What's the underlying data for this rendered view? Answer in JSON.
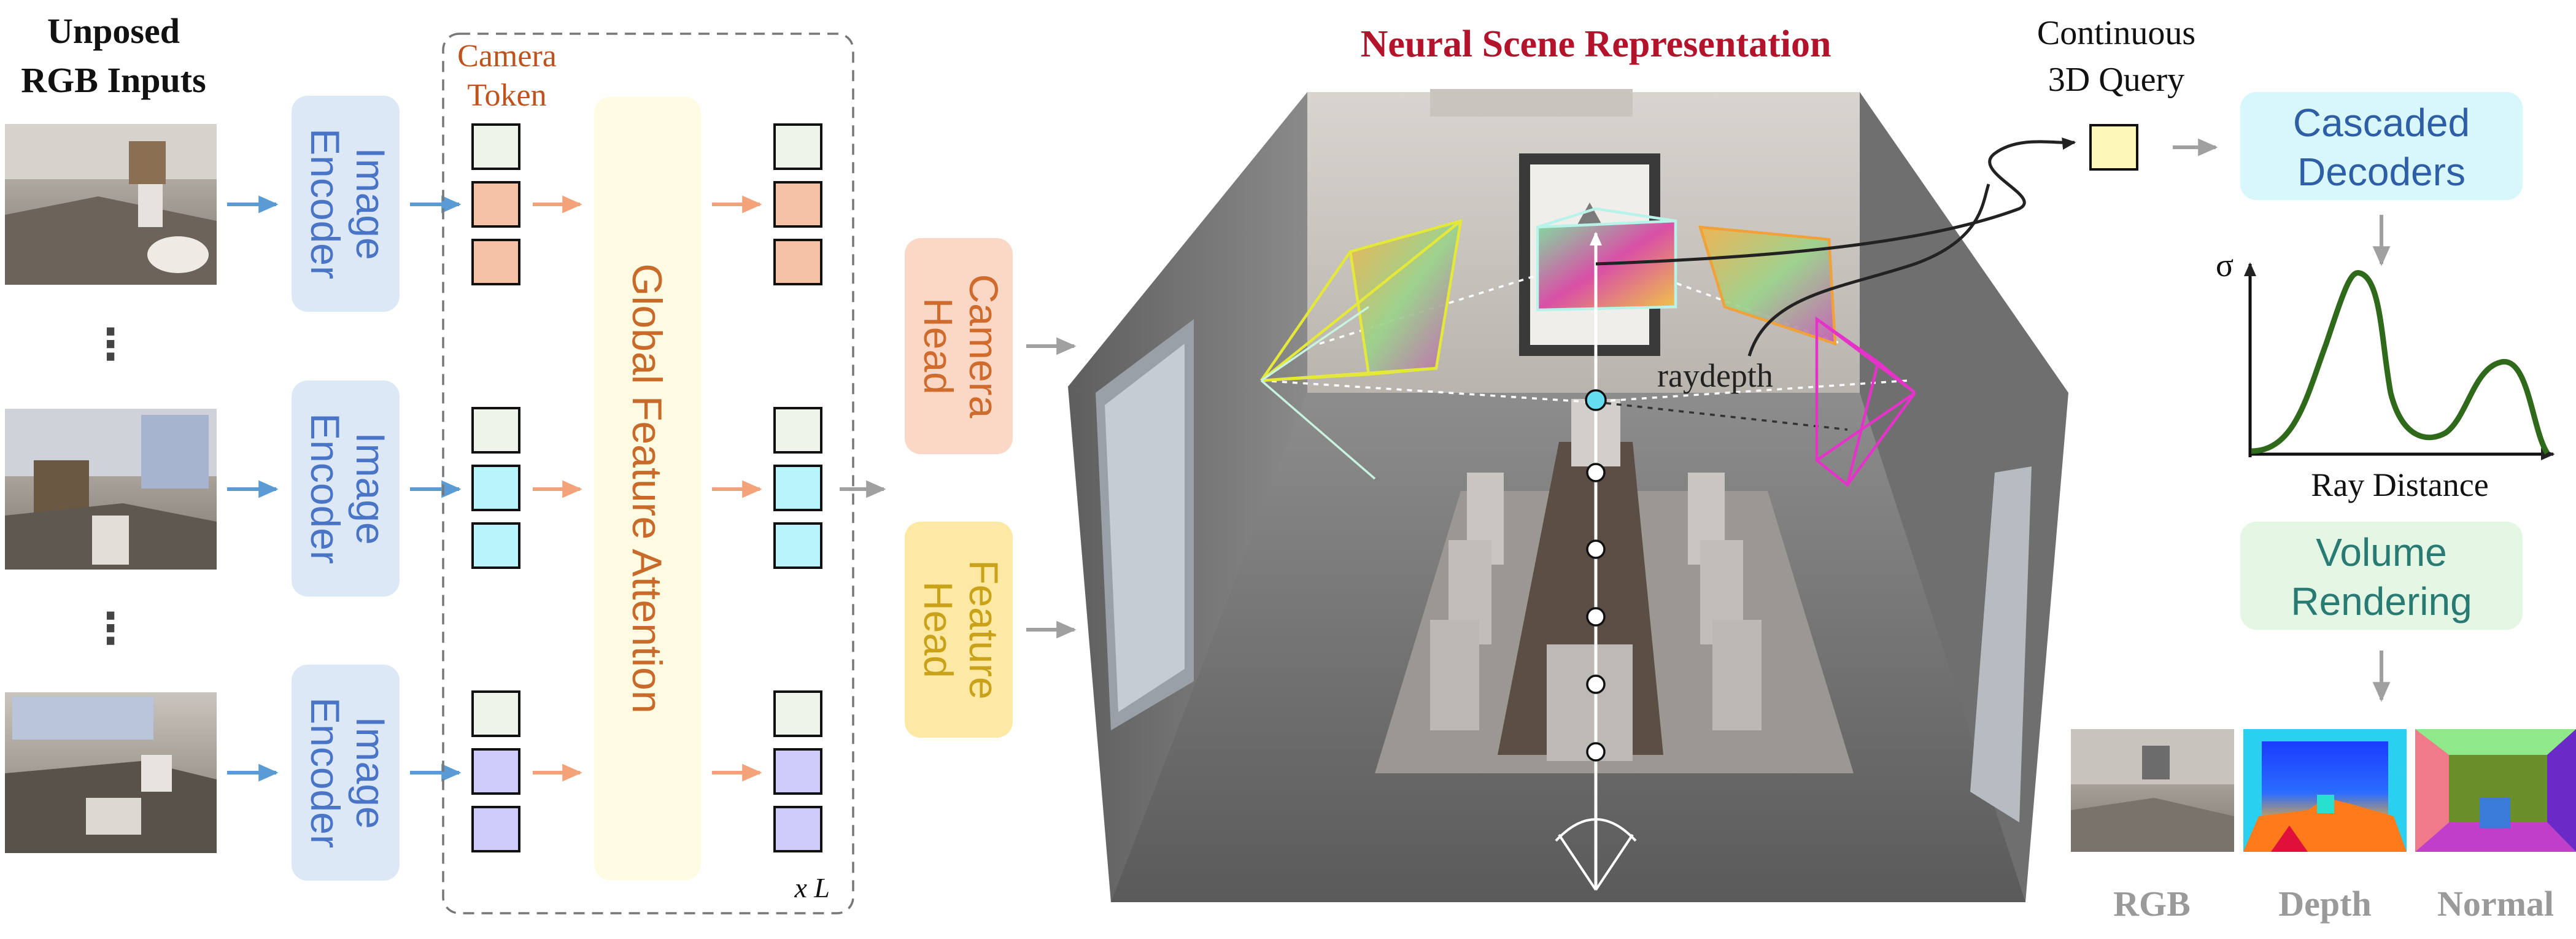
{
  "inputs": {
    "title_line1": "Unposed",
    "title_line2": "RGB Inputs",
    "ellipsis": "⋮"
  },
  "encoder": {
    "label_line1": "Image",
    "label_line2": "Encoder"
  },
  "camera_token": {
    "label_line1": "Camera",
    "label_line2": "Token"
  },
  "attention": {
    "label": "Global Feature Attention",
    "repeat": "x L"
  },
  "heads": {
    "camera_line1": "Camera",
    "camera_line2": "Head",
    "feature_line1": "Feature",
    "feature_line2": "Head"
  },
  "scene": {
    "title": "Neural Scene Representation",
    "raydepth": "raydepth"
  },
  "query": {
    "label_line1": "Continuous",
    "label_line2": "3D Query"
  },
  "decoders": {
    "label_line1": "Cascaded",
    "label_line2": "Decoders"
  },
  "density_plot": {
    "ylabel": "σ",
    "xlabel": "Ray Distance"
  },
  "rendering": {
    "label_line1": "Volume",
    "label_line2": "Rendering"
  },
  "outputs": {
    "rgb": "RGB",
    "depth": "Depth",
    "normal": "Normal"
  },
  "colors": {
    "encoder_fill": "#dde8f7",
    "encoder_text": "#4a74c6",
    "attention_fill": "#fffbe3",
    "attention_text": "#c86b2a",
    "token_orange": "#f6c2a6",
    "token_cyan": "#b9f3fb",
    "token_lavender": "#cfcbfb",
    "token_light": "#eef4ea",
    "camera_head_fill": "#fbd8c5",
    "camera_head_text": "#cf6b2d",
    "feature_head_fill": "#fde8a4",
    "feature_head_text": "#c9a21a",
    "decoders_fill": "#d8f7fb",
    "decoders_text": "#2e5fa6",
    "rendering_fill": "#e3f7e4",
    "rendering_text": "#2a7a74",
    "scene_title": "#b3132b",
    "query_fill": "#fdf8b8",
    "curve": "#2f6a1a",
    "arrow_blue": "#5b9bd5",
    "arrow_orange": "#f4a27a",
    "arrow_gray": "#a0a0a0"
  }
}
